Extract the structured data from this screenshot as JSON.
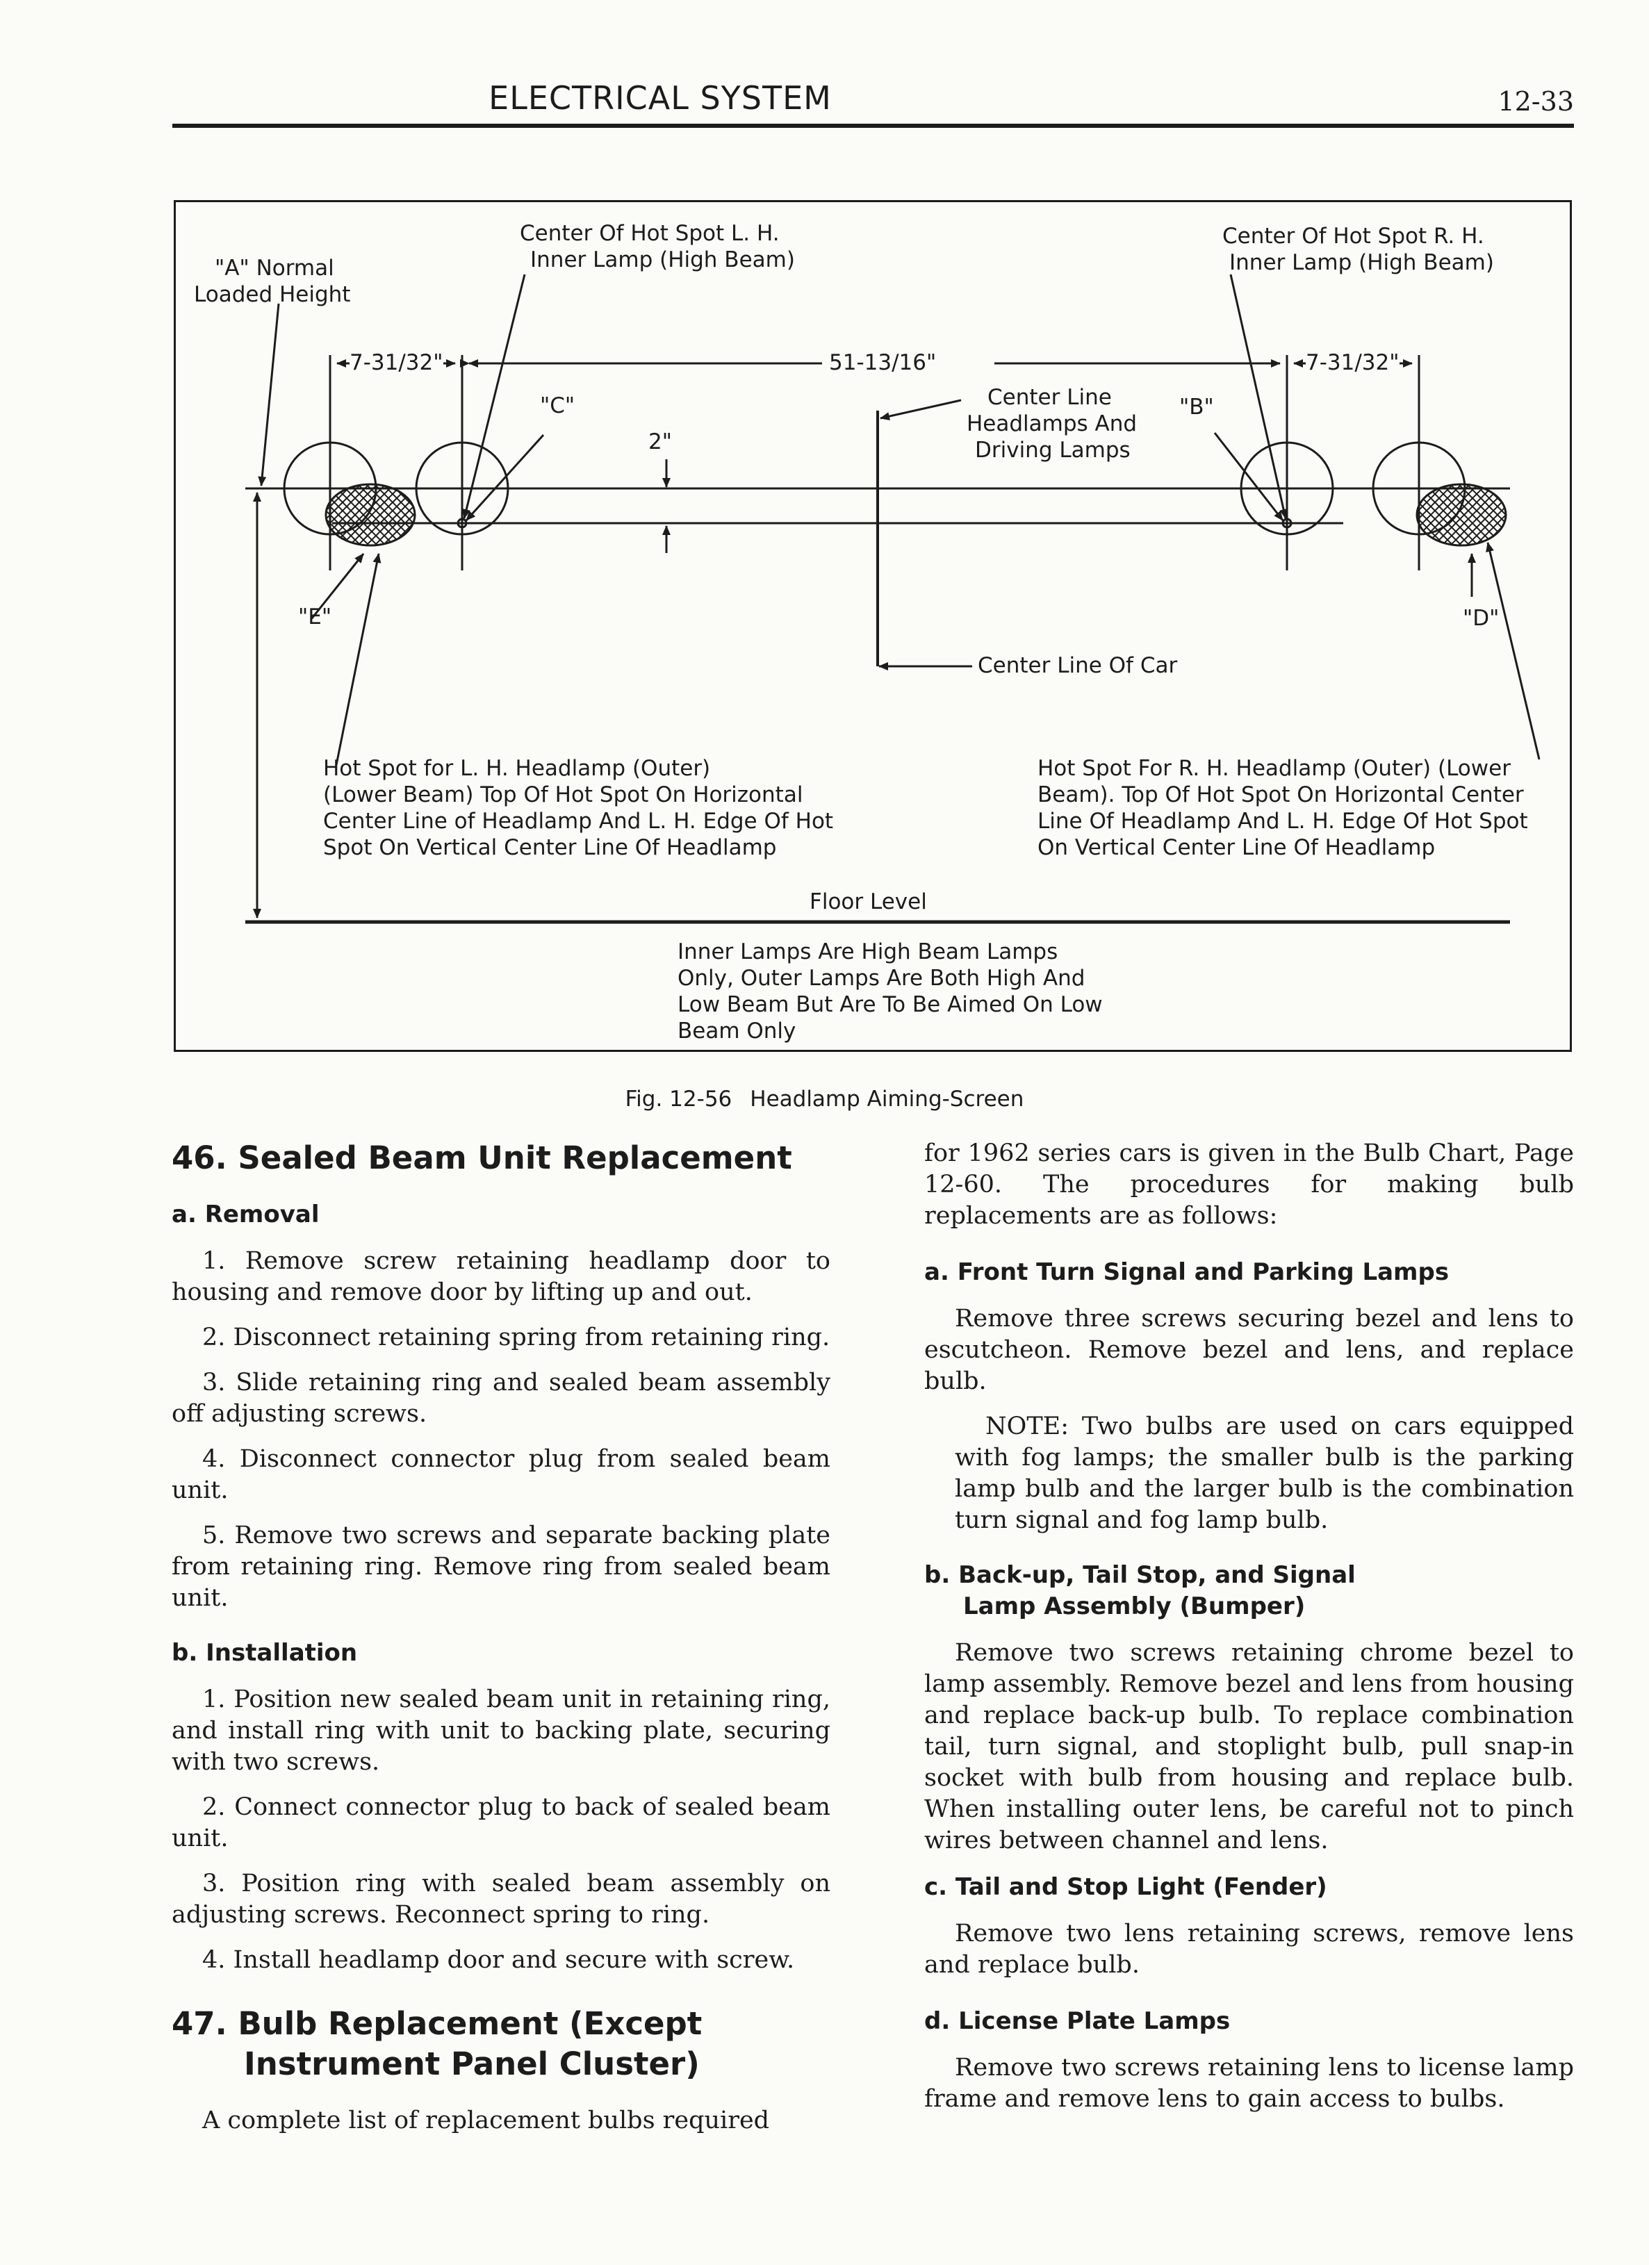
{
  "header": {
    "title": "ELECTRICAL SYSTEM",
    "page_number": "12-33"
  },
  "figure": {
    "labels": {
      "center_hot_spot_lh_1": "Center Of Hot Spot L. H.",
      "center_hot_spot_lh_2": "Inner Lamp (High Beam)",
      "center_hot_spot_rh_1": "Center Of Hot Spot R. H.",
      "center_hot_spot_rh_2": "Inner Lamp (High Beam)",
      "normal_height_1": "\"A\" Normal",
      "normal_height_2": "Loaded Height",
      "dim_left": "7-31/32\"",
      "dim_center": "51-13/16\"",
      "dim_right": "7-31/32\"",
      "label_c": "\"C\"",
      "label_b": "\"B\"",
      "label_e": "\"E\"",
      "label_d": "\"D\"",
      "dim_2in": "2\"",
      "center_line_headlamps_1": "Center Line",
      "center_line_headlamps_2": "Headlamps And",
      "center_line_headlamps_3": "Driving Lamps",
      "center_line_car": "Center Line Of Car",
      "hot_spot_lh_1": "Hot Spot for L. H. Headlamp (Outer)",
      "hot_spot_lh_2": "(Lower Beam) Top Of Hot Spot On Horizontal",
      "hot_spot_lh_3": "Center Line of Headlamp And L. H. Edge Of Hot",
      "hot_spot_lh_4": "Spot On Vertical Center Line Of Headlamp",
      "hot_spot_rh_1": "Hot Spot For R. H. Headlamp (Outer) (Lower",
      "hot_spot_rh_2": "Beam). Top Of Hot Spot On Horizontal Center",
      "hot_spot_rh_3": "Line Of Headlamp And L. H. Edge Of Hot Spot",
      "hot_spot_rh_4": "On Vertical Center Line Of Headlamp",
      "floor_level": "Floor Level",
      "inner_lamps_1": "Inner Lamps Are High Beam Lamps",
      "inner_lamps_2": "Only, Outer Lamps Are Both High And",
      "inner_lamps_3": "Low Beam But Are To Be Aimed On Low",
      "inner_lamps_4": "Beam Only"
    },
    "caption_number": "Fig. 12-56",
    "caption_title": "Headlamp Aiming-Screen"
  },
  "left_column": {
    "sec46_title": "46. Sealed Beam Unit Replacement",
    "removal_heading": "a. Removal",
    "removal_steps": [
      "1. Remove screw retaining headlamp door to housing and remove door by lifting up and out.",
      "2. Disconnect retaining spring from retaining ring.",
      "3. Slide retaining ring and sealed beam assembly off adjusting screws.",
      "4. Disconnect connector plug from sealed beam unit.",
      "5. Remove two screws and separate backing plate from retaining ring. Remove ring from sealed beam unit."
    ],
    "installation_heading": "b. Installation",
    "installation_steps": [
      "1. Position new sealed beam unit in retaining ring, and install ring with unit to backing plate, securing with two screws.",
      "2. Connect connector plug to back of sealed beam unit.",
      "3. Position ring with sealed beam assembly on adjusting screws. Reconnect spring to ring.",
      "4. Install headlamp door and secure with screw."
    ],
    "sec47_title_line1": "47. Bulb Replacement (Except",
    "sec47_title_line2": "Instrument Panel Cluster)",
    "sec47_intro": "A complete list of replacement bulbs required"
  },
  "right_column": {
    "intro_continued": "for 1962 series cars is given in the Bulb Chart, Page 12-60. The procedures for making bulb replacements are as follows:",
    "a_heading": "a. Front Turn Signal and Parking Lamps",
    "a_text": "Remove three screws securing bezel and lens to escutcheon. Remove bezel and lens, and replace bulb.",
    "a_note": "NOTE: Two bulbs are used on cars equipped with fog lamps; the smaller bulb is the parking lamp bulb and the larger bulb is the combination turn signal and fog lamp bulb.",
    "b_heading_line1": "b. Back-up, Tail Stop, and Signal",
    "b_heading_line2": "Lamp Assembly (Bumper)",
    "b_text": "Remove two screws retaining chrome bezel to lamp assembly. Remove bezel and lens from housing and replace back-up bulb. To replace combination tail, turn signal, and stoplight bulb, pull snap-in socket with bulb from housing and replace bulb. When installing outer lens, be careful not to pinch wires between channel and lens.",
    "c_heading": "c. Tail and Stop Light (Fender)",
    "c_text": "Remove two lens retaining screws, remove lens and replace bulb.",
    "d_heading": "d. License Plate Lamps",
    "d_text": "Remove two screws retaining lens to license lamp frame and remove lens to gain access to bulbs."
  }
}
